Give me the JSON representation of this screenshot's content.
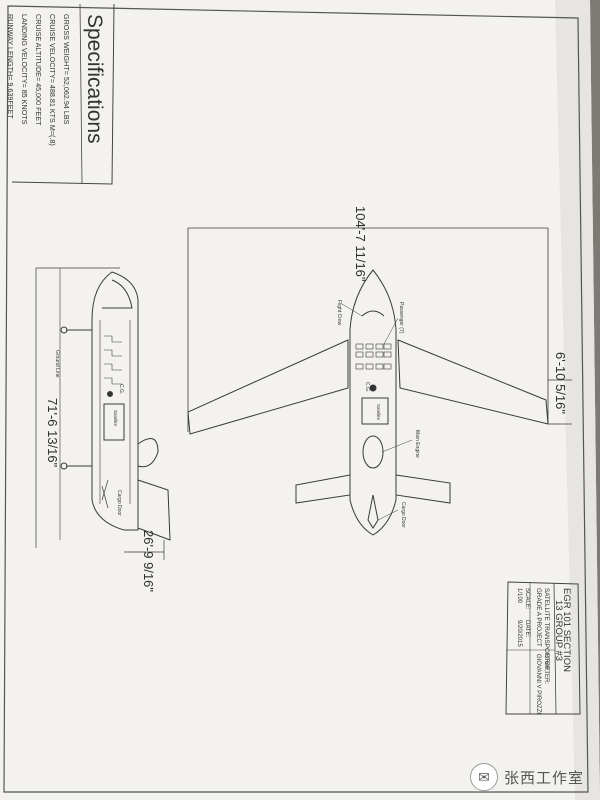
{
  "spec": {
    "heading": "Specifications",
    "lines": [
      "GROSS WEIGHT= 52,062.94 LBS",
      "CRUISE VELOCITY= 488.81 KTS M=(.8)",
      "CRUISE ALTITUDE= 45,000 FEET",
      "LANDING VELOCITY= 85 KNOTS",
      "RUNWAY LENGTH= 9,639FEET"
    ]
  },
  "dims": {
    "wingspan": "104'-7 11/16\"",
    "tail_height": "6'-10 5/16\"",
    "fuselage_length": "71'-6 13/16\"",
    "height": "26'-9 9/16\""
  },
  "top_view": {
    "labels": {
      "flight_crew": "Flight Crew",
      "passenger": "Passenger (7)",
      "cg": "C.G.",
      "satellite": "Satellite",
      "main_engine": "Main Engine",
      "cargo_door": "Cargo Door"
    }
  },
  "side_view": {
    "labels": {
      "cg": "C.G.",
      "satellite": "Satellite",
      "ground_line": "Ground Line",
      "cargo_door": "Cargo Door"
    }
  },
  "title_block": {
    "title": "EGR 101 SECTION",
    "group": "13 GROUP #3",
    "project": "SATELLITE TRANSPORTER,",
    "grade": "GRADE A PROJECT",
    "drafter_label": "DRAFTER:",
    "drafter": "GIOVANNI V PIROZZI",
    "date_label": "DATE:",
    "date": "9/20/2015",
    "scale_label": "SCALE:",
    "scale": "1/100"
  },
  "watermark": {
    "text": "张西工作室",
    "icon": "wechat-icon"
  },
  "colors": {
    "paper": "#f3f2ee",
    "ink": "#3a3a3a",
    "background": "#7d7a76"
  }
}
